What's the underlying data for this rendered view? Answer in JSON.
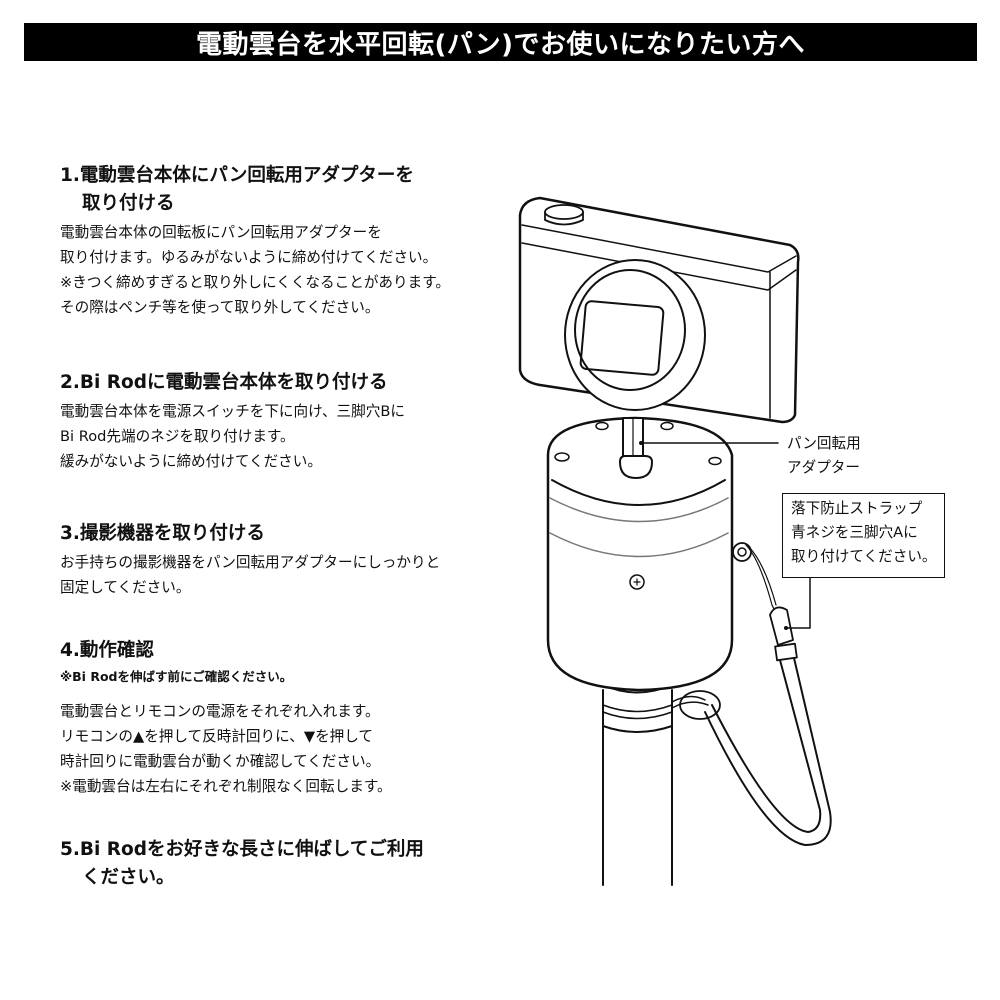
{
  "banner": {
    "title": "電動雲台を水平回転(パン)でお使いになりたい方へ",
    "background": "#000000",
    "text_color": "#ffffff"
  },
  "steps": [
    {
      "title_line1": "1.電動雲台本体にパン回転用アダプターを",
      "title_line2": "取り付ける",
      "body": [
        "電動雲台本体の回転板にパン回転用アダプターを",
        "取り付けます。ゆるみがないように締め付けてください。",
        "※きつく締めすぎると取り外しにくくなることがあります。",
        "その際はペンチ等を使って取り外してください。"
      ]
    },
    {
      "title_line1": "2.Bi Rodに電動雲台本体を取り付ける",
      "body": [
        "電動雲台本体を電源スイッチを下に向け、三脚穴Bに",
        "Bi Rod先端のネジを取り付けます。",
        "緩みがないように締め付けてください。"
      ]
    },
    {
      "title_line1": "3.撮影機器を取り付ける",
      "body": [
        "お手持ちの撮影機器をパン回転用アダプターにしっかりと",
        "固定してください。"
      ]
    },
    {
      "title_line1": "4.動作確認",
      "note": "※Bi Rodを伸ばす前にご確認ください。",
      "body": [
        "電動雲台とリモコンの電源をそれぞれ入れます。",
        "リモコンの▲を押して反時計回りに、▼を押して",
        "時計回りに電動雲台が動くか確認してください。",
        "※電動雲台は左右にそれぞれ制限なく回転します。"
      ]
    },
    {
      "title_line1": "5.Bi Rodをお好きな長さに伸ばしてご利用",
      "title_line2": "ください。"
    }
  ],
  "illustration": {
    "label_adapter": [
      "パン回転用",
      "アダプター"
    ],
    "label_strap": [
      "落下防止ストラップ",
      "青ネジを三脚穴Aに",
      "取り付けてください。"
    ]
  }
}
